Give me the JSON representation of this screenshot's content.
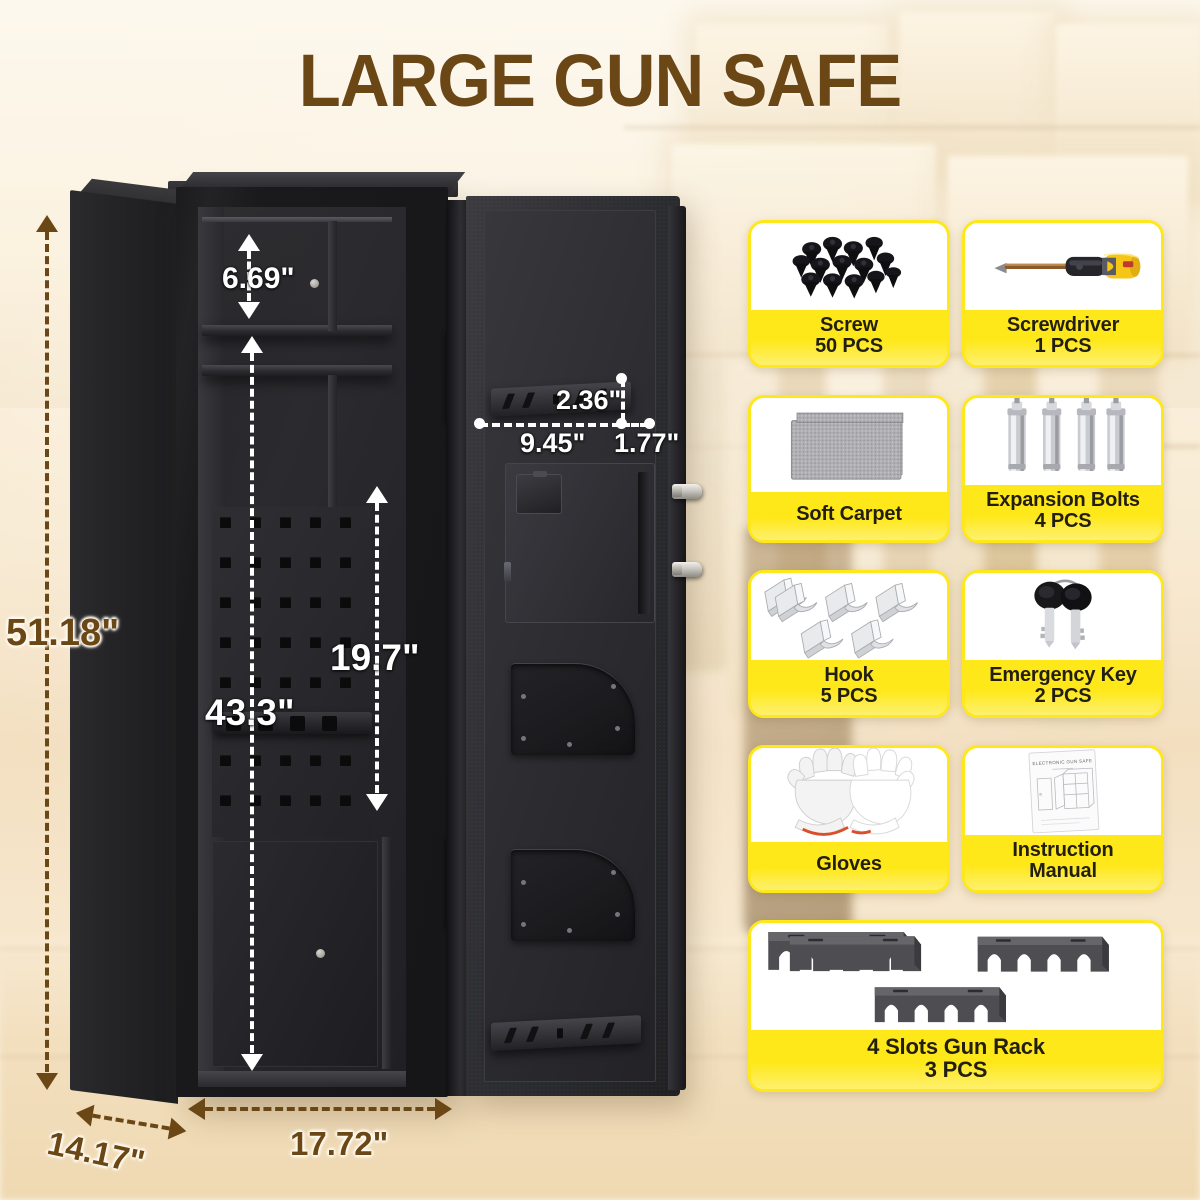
{
  "title": "LARGE GUN SAFE",
  "colors": {
    "title_brown": "#6b4716",
    "card_yellow": "#ffe81a",
    "label_text": "#231f10",
    "background_cream": "#fbf4e6",
    "dim_white": "#ffffff",
    "dim_brown": "#6b4716"
  },
  "product": {
    "name": "Electronic Gun Safe",
    "manual_cover_title": "ELECTRONIC GUN SAFE"
  },
  "dimensions": {
    "exterior": [
      {
        "id": "height",
        "value": "51.18\"",
        "style": "brown",
        "orientation": "vertical"
      },
      {
        "id": "depth",
        "value": "14.17\"",
        "style": "brown",
        "orientation": "diagonal"
      },
      {
        "id": "width",
        "value": "17.72\"",
        "style": "brown",
        "orientation": "horizontal"
      }
    ],
    "interior": [
      {
        "id": "top-shelf-height",
        "value": "6.69\"",
        "style": "white",
        "orientation": "vertical"
      },
      {
        "id": "main-cavity-height",
        "value": "43.3\"",
        "style": "white",
        "orientation": "vertical"
      },
      {
        "id": "barrel-height",
        "value": "19.7\"",
        "style": "white",
        "orientation": "vertical"
      }
    ],
    "door_rack": [
      {
        "id": "rack-depth",
        "value": "2.36\"",
        "style": "white",
        "orientation": "vertical"
      },
      {
        "id": "rack-length",
        "value": "9.45\"",
        "style": "white",
        "orientation": "horizontal"
      },
      {
        "id": "rack-offset",
        "value": "1.77\"",
        "style": "white",
        "orientation": "horizontal"
      }
    ]
  },
  "accessories": [
    {
      "id": "screw",
      "icon": "screw-pile-icon",
      "name": "Screw",
      "qty": "50 PCS"
    },
    {
      "id": "screwdriver",
      "icon": "screwdriver-icon",
      "name": "Screwdriver",
      "qty": "1 PCS"
    },
    {
      "id": "soft-carpet",
      "icon": "carpet-sheets-icon",
      "name": "Soft Carpet",
      "qty": ""
    },
    {
      "id": "expansion-bolts",
      "icon": "expansion-bolt-icon",
      "name": "Expansion Bolts",
      "qty": "4 PCS"
    },
    {
      "id": "hook",
      "icon": "hook-icon",
      "name": "Hook",
      "qty": "5 PCS"
    },
    {
      "id": "emergency-key",
      "icon": "key-pair-icon",
      "name": "Emergency Key",
      "qty": "2 PCS"
    },
    {
      "id": "gloves",
      "icon": "gloves-icon",
      "name": "Gloves",
      "qty": ""
    },
    {
      "id": "instruction-manual",
      "icon": "manual-booklet-icon",
      "name": "Instruction",
      "qty": "Manual"
    },
    {
      "id": "gun-rack",
      "icon": "gun-rack-icon",
      "name": "4 Slots Gun Rack",
      "qty": "3 PCS"
    }
  ]
}
